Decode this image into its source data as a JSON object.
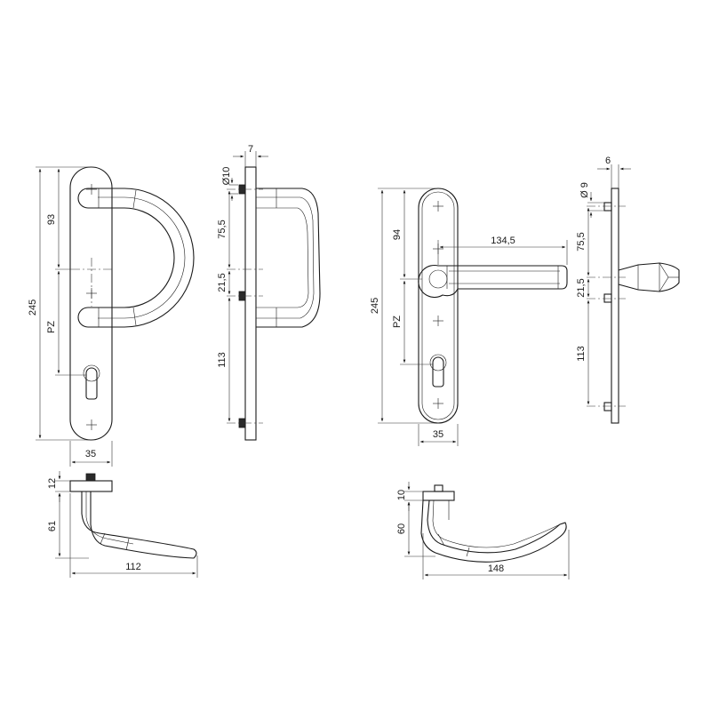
{
  "drawing": {
    "left_front": {
      "height_245": "245",
      "dim_93": "93",
      "dim_pz": "PZ",
      "width_35": "35"
    },
    "left_side": {
      "dim_7": "7",
      "dia_10": "Ø10",
      "dim_75_5": "75,5",
      "dim_21_5": "21,5",
      "dim_113": "113"
    },
    "left_bottom": {
      "dim_12": "12",
      "dim_61": "61",
      "dim_112": "112"
    },
    "right_front": {
      "height_245": "245",
      "dim_94": "94",
      "dim_pz": "PZ",
      "dim_134_5": "134,5",
      "width_35": "35"
    },
    "right_side": {
      "dim_6": "6",
      "dia_9": "Ø 9",
      "dim_75_5": "75,5",
      "dim_21_5": "21,5",
      "dim_113": "113"
    },
    "right_bottom": {
      "dim_10": "10",
      "dim_60": "60",
      "dim_148": "148"
    }
  }
}
